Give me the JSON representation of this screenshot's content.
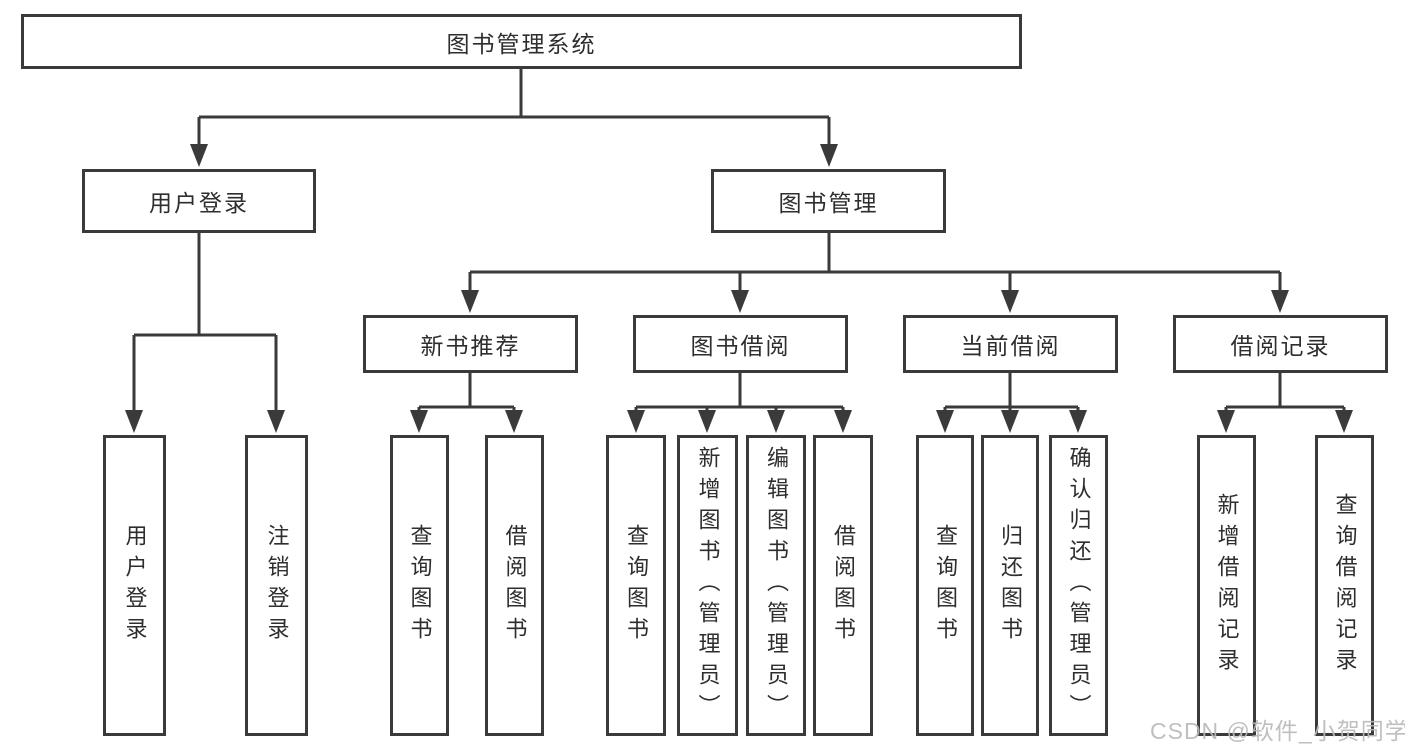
{
  "tree": {
    "label": "图书管理系统",
    "children": [
      {
        "label": "用户登录",
        "children": [
          {
            "label": "用户登录"
          },
          {
            "label": "注销登录"
          }
        ]
      },
      {
        "label": "图书管理",
        "children": [
          {
            "label": "新书推荐",
            "children": [
              {
                "label": "查询图书"
              },
              {
                "label": "借阅图书"
              }
            ]
          },
          {
            "label": "图书借阅",
            "children": [
              {
                "label": "查询图书"
              },
              {
                "label": "新增图书（管理员）"
              },
              {
                "label": "编辑图书（管理员）"
              },
              {
                "label": "借阅图书"
              }
            ]
          },
          {
            "label": "当前借阅",
            "children": [
              {
                "label": "查询图书"
              },
              {
                "label": "归还图书"
              },
              {
                "label": "确认归还（管理员）"
              }
            ]
          },
          {
            "label": "借阅记录",
            "children": [
              {
                "label": "新增借阅记录"
              },
              {
                "label": "查询借阅记录"
              }
            ]
          }
        ]
      }
    ]
  },
  "watermark": "CSDN @软件_小贺同学",
  "colors": {
    "line": "#3a3a3a",
    "box_border": "#3a3a3a",
    "text": "#2e2e2e",
    "watermark": "#bababa",
    "background": "#ffffff"
  }
}
